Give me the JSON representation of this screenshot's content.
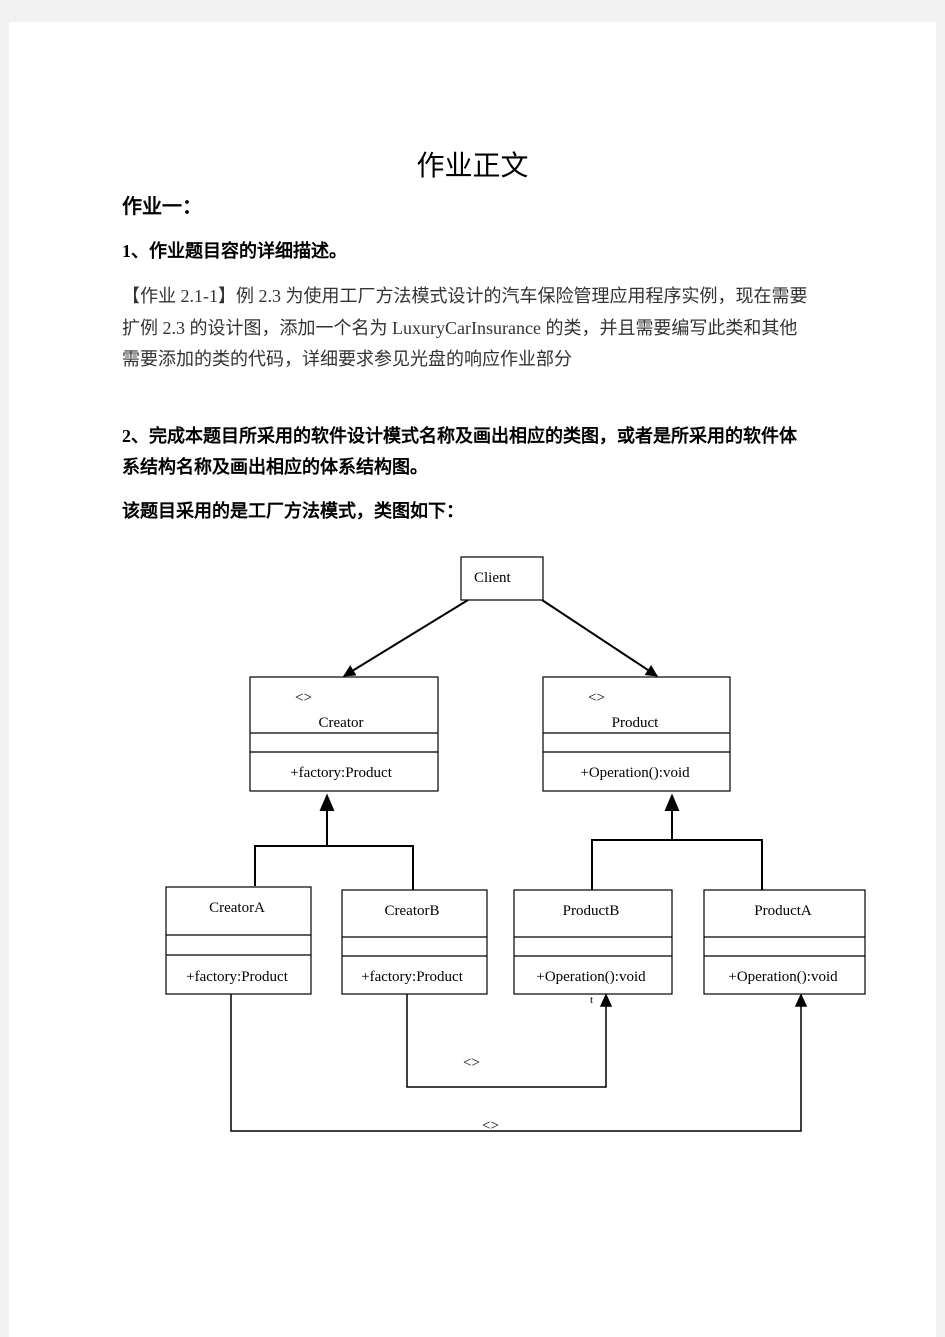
{
  "doc": {
    "title": "作业正文",
    "section_heading": "作业一：",
    "q1_heading": "1、作业题目容的详细描述。",
    "q1_lines": [
      "【作业 2.1-1】例 2.3 为使用工厂方法模式设计的汽车保险管理应用程序实例，现在需要",
      "扩例 2.3 的设计图，添加一个名为 LuxuryCarInsurance 的类，并且需要编写此类和其他",
      "需要添加的类的代码，详细要求参见光盘的响应作业部分"
    ],
    "q2_lines": [
      "2、完成本题目所采用的软件设计模式名称及画出相应的类图，或者是所采用的软件体",
      "系结构名称及画出相应的体系结构图。"
    ],
    "answer_intro": "该题目采用的是工厂方法模式，类图如下："
  },
  "diagram": {
    "client": "Client",
    "creator": {
      "stereo": "<>",
      "name": "Creator",
      "method": "+factory:Product"
    },
    "product": {
      "stereo": "<>",
      "name": "Product",
      "method": "+Operation():void"
    },
    "creatorA": {
      "name": "CreatorA",
      "method": "+factory:Product"
    },
    "creatorB": {
      "name": "CreatorB",
      "method": "+factory:Product"
    },
    "productB": {
      "name": "ProductB",
      "method": "+Operation():void",
      "mark": "t"
    },
    "productA": {
      "name": "ProductA",
      "method": "+Operation():void"
    },
    "dep1_label": "<>",
    "dep2_label": "<>"
  }
}
